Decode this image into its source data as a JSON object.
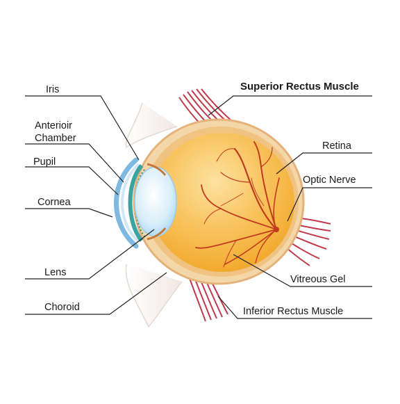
{
  "labels": {
    "iris": "Iris",
    "anterior_chamber": "Anterioir\nChamber",
    "pupil": "Pupil",
    "cornea": "Cornea",
    "lens": "Lens",
    "choroid": "Choroid",
    "superior_rectus": "Superior Rectus Muscle",
    "retina": "Retina",
    "optic_nerve": "Optic  Nerve",
    "vitreous_gel": "Vitreous Gel",
    "inferior_rectus": "Inferior Rectus Muscle"
  },
  "colors": {
    "eyeball_fill": "#f7b536",
    "eyeball_rim": "#f3d7a8",
    "sclera_edge": "#e9b277",
    "lens_fill": "#cfe9f7",
    "cornea": "#5aa8d6",
    "iris_teal": "#3ba4a0",
    "muscle": "#c0394b",
    "vessel": "#c23a1e",
    "skin_outline": "#e8ddd7",
    "leader_line": "#222222"
  }
}
